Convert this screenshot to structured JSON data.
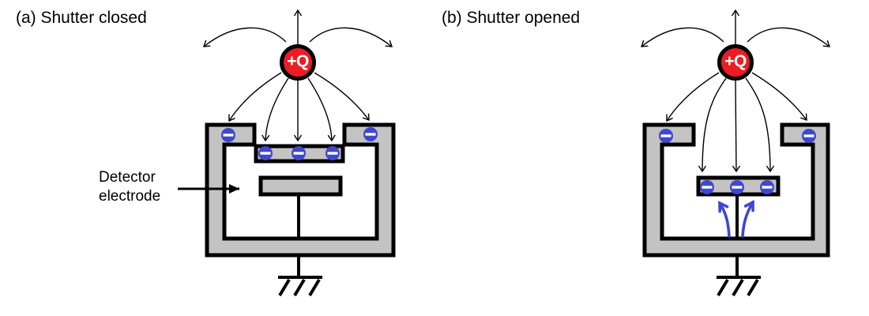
{
  "figure": {
    "type": "physics-diagram",
    "subject": "Shuttered electric-field detector (field mill) showing induced charges from a positive point charge",
    "background_color": "#FFFFFF"
  },
  "colors": {
    "charge_red": "#ED1C24",
    "electron_blue": "#3F48CC",
    "metal_gray": "#C3C3C3",
    "outline_black": "#000000",
    "background_white": "#FFFFFF"
  },
  "panels": [
    {
      "id": "a",
      "title": "(a) Shutter closed",
      "point_charge_label": "+Q",
      "negative_charge_symbol": "−",
      "annotation": {
        "line1": "Detector",
        "line2": "electrode"
      },
      "induced_charges": {
        "on_enclosure_rim": 2,
        "on_shutter": 3,
        "on_detector_electrode": 0
      },
      "field_lines": {
        "upward": 1,
        "outward_arcs": 2,
        "toward_enclosure": 5
      },
      "shutter_present": true,
      "grounded": true
    },
    {
      "id": "b",
      "title": "(b) Shutter opened",
      "point_charge_label": "+Q",
      "negative_charge_symbol": "−",
      "induced_charges": {
        "on_enclosure_rim": 2,
        "on_shutter": 0,
        "on_detector_electrode": 3
      },
      "field_lines": {
        "upward": 1,
        "outward_arcs": 2,
        "toward_enclosure": 2,
        "into_cavity": 3
      },
      "current_arrows_blue": 2,
      "shutter_present": false,
      "grounded": true
    }
  ]
}
